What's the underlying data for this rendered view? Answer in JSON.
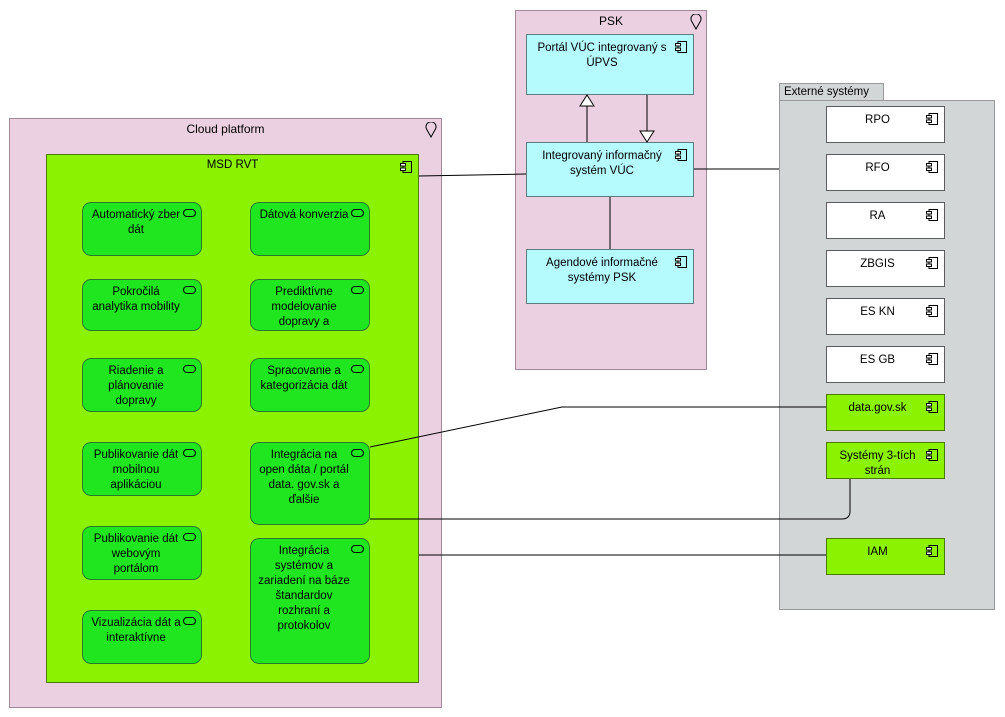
{
  "psk": {
    "title": "PSK",
    "portal": "Portál VÚC integrovaný s ÚPVS",
    "iis": "Integrovaný informačný systém VÚC",
    "agendove": "Agendové informačné systémy PSK"
  },
  "cloud": {
    "title": "Cloud platform",
    "msd": "MSD RVT",
    "services_left": [
      "Automatický zber dát",
      "Pokročilá analytika mobility",
      "Riadenie a plánovanie dopravy",
      "Publikovanie dát mobilnou aplikáciou",
      "Publikovanie dát webovým portálom",
      "Vizualizácia dát a interaktívne"
    ],
    "services_right": [
      "Dátová konverzia",
      "Prediktívne modelovanie dopravy a",
      "Spracovanie a kategorizácia dát",
      "Integrácia na open dáta / portál data. gov.sk a ďalšie",
      "Integrácia systémov a zariadení na báze štandardov rozhraní a protokolov"
    ]
  },
  "external": {
    "title": "Externé systémy",
    "systems": [
      "RPO",
      "RFO",
      "RA",
      "ZBGIS",
      "ES KN",
      "ES GB",
      "data.gov.sk",
      "Systémy 3-tích strán",
      "IAM"
    ]
  },
  "colors": {
    "location": "#ead0e1",
    "application_cyan": "#b5fbfd",
    "application_lime": "#8bf201",
    "service_green": "#1fe61f",
    "group_grey": "#d3d6d7"
  }
}
